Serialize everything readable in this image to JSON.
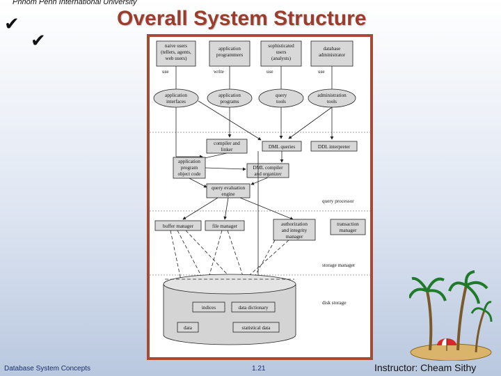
{
  "header": {
    "institution": "Phnom Penh International University"
  },
  "slide": {
    "title": "Overall System Structure"
  },
  "diagram": {
    "users": [
      [
        "naive users",
        "(tellers, agents,",
        "web users)"
      ],
      [
        "application",
        "programmers"
      ],
      [
        "sophisticated",
        "users",
        "(analysts)"
      ],
      [
        "database",
        "administrator"
      ]
    ],
    "interactions": [
      "use",
      "write",
      "use",
      "use"
    ],
    "interfaces": [
      [
        "application",
        "interfaces"
      ],
      [
        "application",
        "programs"
      ],
      [
        "query",
        "tools"
      ],
      [
        "administration",
        "tools"
      ]
    ],
    "compiler_linker": [
      "compiler and",
      "linker"
    ],
    "dml_queries": "DML queries",
    "ddl_interpreter": "DDL interpreter",
    "app_object_code": [
      "application",
      "program",
      "object code"
    ],
    "dml_compiler": [
      "DML compiler",
      "and organizer"
    ],
    "query_engine": [
      "query evaluation",
      "engine"
    ],
    "query_processor_label": "query processor",
    "buffer_manager": "buffer manager",
    "file_manager": "file manager",
    "auth_manager": [
      "authorization",
      "and integrity",
      "manager"
    ],
    "transaction_manager": [
      "transaction",
      "manager"
    ],
    "storage_manager_label": "storage manager",
    "disk_storage_label": "disk storage",
    "indices": "indices",
    "data_dictionary": "data dictionary",
    "data": "data",
    "statistical_data": "statistical data"
  },
  "footer": {
    "left": "Database System Concepts",
    "page": "1.21",
    "right": "Instructor: Cheam Sithy"
  },
  "colors": {
    "title": "#9b3d2c",
    "frame": "#a74a35",
    "footer_text": "#1a2d6b"
  },
  "icons": [
    "checkmark-icon",
    "checkmark-icon",
    "palm-tree-beach-icon"
  ]
}
